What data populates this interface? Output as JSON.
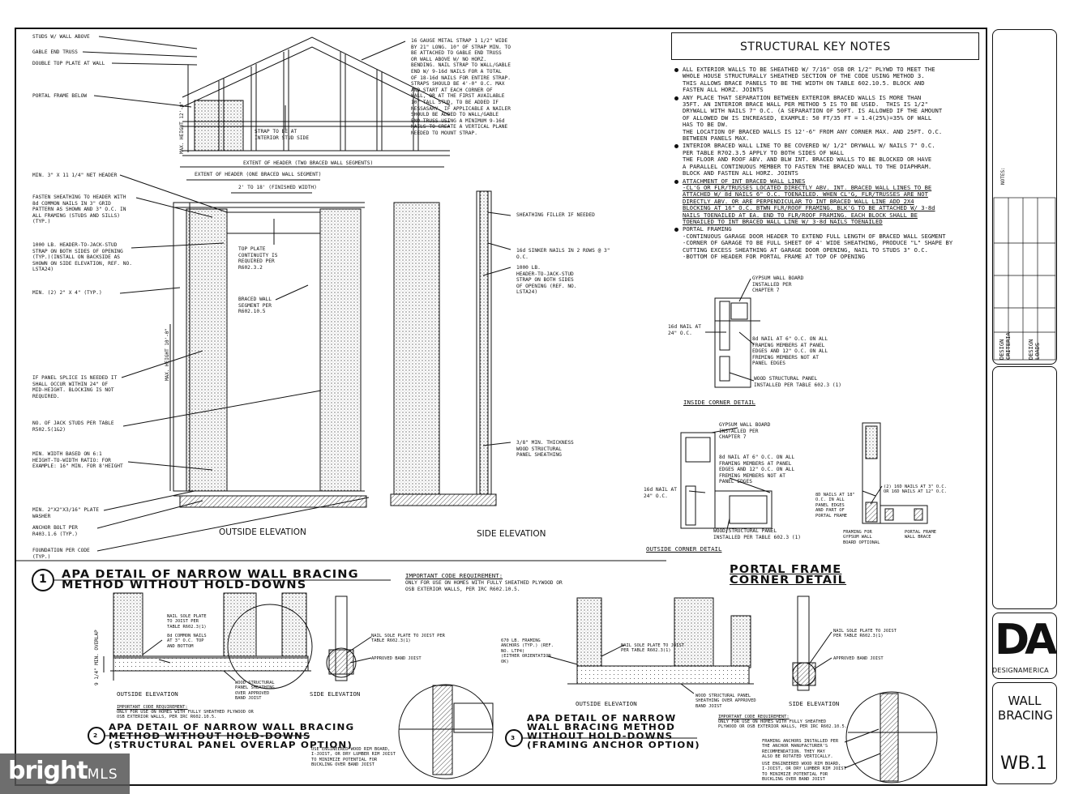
{
  "key_notes": {
    "title": "STRUCTURAL KEY NOTES",
    "items": [
      "ALL EXTERIOR WALLS TO BE SHEATHED W/ 7/16\" OSB OR 1/2\" PLYWD TO MEET THE\nWHOLE HOUSE STRUCTURALLY SHEATHED SECTION OF THE CODE USING METHOD 3.\nTHIS ALLOWS BRACE PANELS TO BE THE WIDTH ON TABLE 602.10.5. BLOCK AND\nFASTEN ALL HORZ. JOINTS",
      "ANY PLACE THAT SEPARATION BETWEEN EXTERIOR BRACED WALLS IS MORE THAN\n35FT. AN INTERIOR BRACE WALL PER METHOD 5 IS TO BE USED.  THIS IS 1/2\"\nDRYWALL WITH NAILS 7\" O.C. (A SEPARATION OF 50FT. IS ALLOWED IF THE AMOUNT\nOF ALLOWED DW IS INCREASED, EXAMPLE: 50 FT/35 FT = 1.4(25%)=35% OF WALL\nHAS TO BE DW.\nTHE LOCATION OF BRACED WALLS IS 12'-6\" FROM ANY CORNER MAX. AND 25FT. O.C.\nBETWEEN PANELS MAX.",
      "INTERIOR BRACED WALL LINE TO BE COVERED W/ 1/2\" DRYWALL W/ NAILS 7\" O.C.\nPER TABLE R702.3.5 APPLY TO BOTH SIDES OF WALL\nTHE FLOOR AND ROOF ABV. AND BLW INT. BRACED WALLS TO BE BLOCKED OR HAVE\nA PARALLEL CONTINUOUS MEMBER TO FASTEN THE BRACED WALL TO THE DIAPHRAM.\nBLOCK AND FASTEN ALL HORZ. JOINTS",
      "ATTACHMENT OF INT BRACED WALL LINES\n-CL'G OR FLR/TRUSSES LOCATED DIRECTLY ABV. INT. BRACED WALL LINES TO BE\nATTACHED W/ 8d NAILS 6\" O.C. TOENAILED. WHEN CL'G, FLR/TRUSSES ARE NOT\nDIRECTLY ABV. OR ARE PERPENDICULAR TO INT BRACED WALL LINE ADD 2X4\nBLOCKING AT 16\" O.C. BTWN FLR/ROOF FRAMING. BLK'G TO BE ATTACHED W/ 3-8d\nNAILS TOENAILED AT EA. END TO FLR/ROOF FRAMING. EACH BLOCK SHALL BE\nTOENAILED TO INT BRACED WALL LINE W/ 3-8d NAILS TOENAILED",
      "PORTAL FRAMING\n-CONTINUOUS GARAGE DOOR HEADER TO EXTEND FULL LENGTH OF BRACED WALL SEGMENT\n-CORNER OF GARAGE TO BE FULL SHEET OF 4' WIDE SHEATHING, PRODUCE \"L\" SHAPE BY\nCUTTING EXCESS SHEATHING AT GARAGE DOOR OPENING, NAIL TO STUDS 3\" O.C.\n-BOTTOM OF HEADER FOR PORTAL FRAME AT TOP OF OPENING"
    ]
  },
  "detail1": {
    "left_labels": [
      "STUDS W/ WALL ABOVE",
      "GABLE END TRUSS",
      "DOUBLE TOP PLATE AT WALL",
      "PORTAL FRAME BELOW",
      "MIN. 3\" X 11 1/4\" NET HEADER",
      "FASTEN SHEATHING TO HEADER WITH\n8d COMMON NAILS IN 3\" GRID\nPATTERN AS SHOWN AND 3\" O.C. IN\nALL FRAMING (STUDS AND SILLS)\n(TYP.)",
      "1000 LB. HEADER-TO-JACK-STUD\nSTRAP ON BOTH SIDES OF OPENING\n(TYP.)(INSTALL ON BACKSIDE AS\nSHOWN ON SIDE ELEVATION, REF. NO.\nLSTA24)",
      "MIN. (2) 2\" X 4\" (TYP.)",
      "IF PANEL SPLICE IS NEEDED IT\nSHALL OCCUR WITHIN 24\" OF\nMID-HEIGHT. BLOCKING IS NOT\nREQUIRED.",
      "NO. OF JACK STUDS PER TABLE\nR502.5(1&2)",
      "MIN. WIDTH BASED ON 6:1\nHEIGHT-TO-WIDTH RATIO: FOR\nEXAMPLE: 16\" MIN. FOR 8'HEIGHT",
      "MIN. 2\"X2\"X3/16\" PLATE\nWASHER",
      "ANCHOR BOLT PER\nR403.1.6 (TYP.)",
      "FOUNDATION PER CODE\n(TYP.)"
    ],
    "strap_note": "16 GAUGE METAL STRAP 1 1/2\" WIDE\nBY 21\" LONG. 10\" OF STRAP MIN. TO\nBE ATTACHED TO GABLE END TRUSS\nOR WALL ABOVE W/ NO HORZ.\nBENDING. NAIL STRAP TO WALL/GABLE\nEND W/ 9-16d NAILS FOR A TOTAL\nOF 18-16d NAILS FOR ENTIRE STRAP.\nSTRAPS SHOULD BE 4'-0\" O.C. MAX\nAND START AT EACH CORNER OF\nWALL, OR AT THE FIRST AVAILABLE\n10\" TALL STUD, TO BE ADDED IF\nNESSASARY. IF APPLICABLE A NAILER\nSHOULD BE ADDED TO WALL/GABLE\nEND TRUSS USING A MINIMUM 9-16d\nNAILS TO CREATE A VERTICAL PLANE\nNEEDED TO MOUNT STRAP.",
    "strap_interior": "STRAP TO BE AT\nINTERIOR STUD SIDE",
    "max_height_top": "MAX. HEIGHT 12'-0\"",
    "max_height": "MAX. HEIGHT 10'-0\"",
    "extent_two": "EXTENT OF HEADER (TWO BRACED WALL SEGMENTS)",
    "extent_one": "EXTENT OF HEADER (ONE BRACED WALL SEGMENT)",
    "finished_width": "2' TO 18' (FINISHED WIDTH)",
    "top_plate": "TOP PLATE\nCONTINUITY IS\nREQUIRED PER\nR602.3.2",
    "braced_segment": "BRACED WALL\nSEGMENT PER\nR602.10.5",
    "outside_elevation": "OUTSIDE ELEVATION",
    "side_elevation": "SIDE ELEVATION",
    "side_labels": [
      "SHEATHING FILLER IF NEEDED",
      "16d SINKER NAILS IN 2 ROWS @ 3\"\nO.C.",
      "1000 LB.\nHEADER-TO-JACK-STUD\nSTRAP ON BOTH SIDES\nOF OPENING (REF. NO.\nLSTA24)",
      "3/8\" MIN. THICKNESS\nWOOD STRUCTURAL\nPANEL SHEATHING"
    ],
    "number": "1",
    "title": "APA DETAIL OF NARROW WALL BRACING\nMETHOD WITHOUT HOLD-DOWNS",
    "important_title": "IMPORTANT CODE REQUIREMENT:",
    "important_text": "ONLY FOR USE ON HOMES WITH FULLY SHEATHED PLYWOOD OR\nOSB EXTERIOR WALLS, PER IRC R602.10.5."
  },
  "inside_corner": {
    "title": "INSIDE CORNER DETAIL",
    "gypsum": "GYPSUM WALL BOARD\nINSTALLED PER\nCHAPTER 7",
    "nail16": "16d NAIL AT\n24\" O.C.",
    "nail8": "8d NAIL AT 6\" O.C. ON ALL\nFRAMING MEMBERS AT PANEL\nEDGES AND 12\" O.C. ON ALL\nFREMING MEMBERS NOT AT\nPANEL EDGES",
    "panel": "WOOD STRUCTURAL PANEL\nINSTALLED PER TABLE 602.3 (1)"
  },
  "outside_corner": {
    "title": "OUTSIDE CORNER DETAIL",
    "gypsum": "GYPSUM WALL BOARD\nINSTALLED PER\nCHAPTER 7",
    "nail16": "16d NAIL AT\n24\" O.C.",
    "nail8": "8d NAIL AT 6\" O.C. ON ALL\nFRAMING MEMBERS AT PANEL\nEDGES AND 12\" O.C. ON ALL\nFREMING MEMBERS NOT AT\nPANEL EDGES",
    "panel": "WOOD STRUCTURAL PANEL\nINSTALLED PER TABLE 602.3 (1)"
  },
  "portal_corner": {
    "title": "PORTAL FRAME\nCORNER DETAIL",
    "nails_a": "8D NAILS AT 18\"\nO.C. IN ALL\nPANEL EDGES\nAND PART OF\nPORTAL FRAME",
    "nails_b": "(2) 16D NAILS AT 3\" O.C.\nOR 16D NAILS AT 12\" O.C.",
    "framing": "FRAMING FOR\nGYPSUM WALL\nBOARD OPTIONAL",
    "portal": "PORTAL FRAME\nWALL BRACE"
  },
  "detail2": {
    "number": "2",
    "title": "APA DETAIL OF NARROW WALL BRACING\nMETHOD WITHOUT HOLD-DOWNS\n(STRUCTURAL PANEL OVERLAP OPTION)",
    "overlap": "9 1/4\" MIN.\nOVERLAP",
    "nail_sole": "NAIL SOLE PLATE\nTO JOIST PER\nTABLE R602.3(1)",
    "common_nails": "8d COMMON NAILS\nAT 3\" O.C. TOP\nAND BOTTOM",
    "panel_sheathing": "WOOD STRUCTURAL\nPANEL SHEATHING\nOVER APPROVED\nBAND JOIST",
    "nail_sole_joist": "NAIL SOLE PLATE TO JOIST PER\nTABLE R602.3(1)",
    "band_joist": "APPROVED BAND JOIST",
    "outside_elevation": "OUTSIDE ELEVATION",
    "side_elevation": "SIDE ELEVATION",
    "important_title": "IMPORTANT CODE REQUIREMENT:",
    "important_text": "ONLY FOR USE ON HOMES WITH FULLY SHEATHED PLYWOOD OR\nOSB EXTERIOR WALLS, PER IRC R602.10.5.",
    "rim_note": "USE ENGINEERED WOOD RIM BOARD,\nI-JOIST, OR DRY LUMBER RIM JOIST\nTO MINIMIZE POTENTIAL FOR\nBUCKLING OVER BAND JOIST"
  },
  "detail3": {
    "number": "3",
    "title": "APA DETAIL OF NARROW\nWALL BRACING METHOD\nWITHOUT HOLD-DOWNS\n(FRAMING ANCHOR OPTION)",
    "anchors": "670 LB. FRAMING\nANCHORS (TYP.) (REF.\nNO. LTP4)\n(EITHER ORIENTATION\nOK)",
    "nail_sole": "NAIL SOLE PLATE TO JOIST\nPER TABLE R602.3(1)",
    "panel_sheathing": "WOOD STRUCTURAL PANEL\nSHEATHING OVER APPROVED\nBAND JOIST",
    "nail_sole_joist": "NAIL SOLE PLATE TO JOIST\nPER TABLE R602.3(1)",
    "band_joist": "APPROVED BAND JOIST",
    "outside_elevation": "OUTSIDE ELEVATION",
    "side_elevation": "SIDE ELEVATION",
    "important_title": "IMPORTANT CODE REQUIREMENT:",
    "important_text": "ONLY FOR USE ON HOMES WITH FULLY SHEATHED\nPLYWOOD OR OSB EXTERIOR WALLS, PER IRC R602.10.5.",
    "anchor_note": "FRAMING ANCHORS INSTALLED PER\nTHE ANCHOR MANUFACTURER'S\nRECOMMENDATION. THEY MAY\nALSO BE ROTATED VERTICALLY.",
    "rim_note": "USE ENGINEERED WOOD RIM BOARD,\nI-JOIST, OR DRY LUMBER RIM JOIST\nTO MINIMIZE POTENTIAL FOR\nBUCKLING OVER BAND JOIST"
  },
  "title_block": {
    "notes_label": "NOTES:",
    "design_criteria": "DESIGN\nCRITERIA",
    "design_loads": "DESIGN\nLOADS",
    "logo_letters": "DA",
    "logo_name": "DESIGNAMERICA",
    "sheet_title": "WALL\nBRACING",
    "sheet_number": "WB.1"
  },
  "watermark": {
    "brand": "bright",
    "suffix": "MLS"
  },
  "colors": {
    "ink": "#111111",
    "paper": "#ffffff"
  }
}
